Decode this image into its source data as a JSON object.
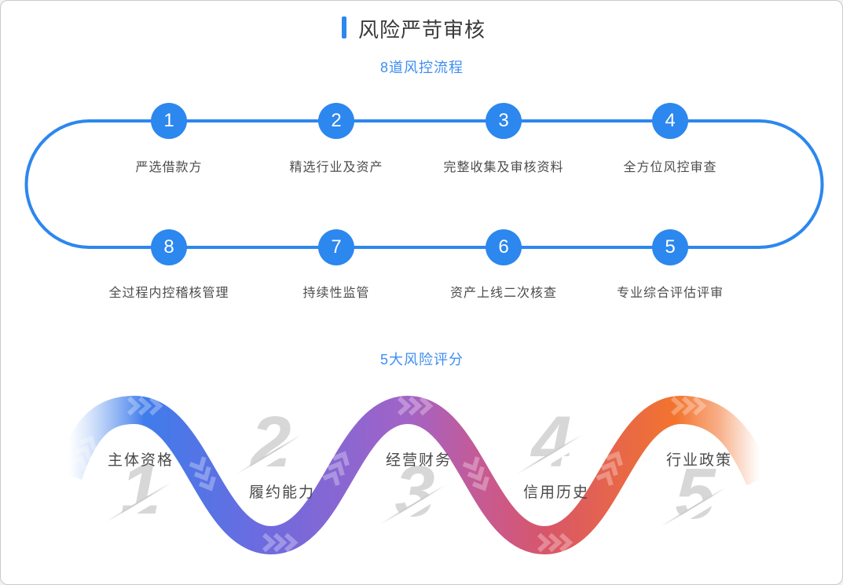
{
  "frame": {
    "background": "#ffffff",
    "border_color": "#c9c9c9"
  },
  "header": {
    "title": "风险严苛审核",
    "accent_color": "#2c87ee",
    "title_color": "#3a3a3a"
  },
  "flow": {
    "subtitle": "8道风控流程",
    "subtitle_color": "#3e8ef2",
    "line_color": "#2c87ee",
    "steps_top": [
      {
        "num": "1",
        "label": "严选借款方"
      },
      {
        "num": "2",
        "label": "精选行业及资产"
      },
      {
        "num": "3",
        "label": "完整收集及审核资料"
      },
      {
        "num": "4",
        "label": "全方位风控审查"
      }
    ],
    "steps_bottom": [
      {
        "num": "8",
        "label": "全过程内控稽核管理"
      },
      {
        "num": "7",
        "label": "持续性监管"
      },
      {
        "num": "6",
        "label": "资产上线二次核查"
      },
      {
        "num": "5",
        "label": "专业综合评估评审"
      }
    ]
  },
  "scores": {
    "subtitle": "5大风险评分",
    "subtitle_color": "#3e8ef2",
    "number_color": "#d7d7d7",
    "wave_gradient": [
      "#bed4f8",
      "#3f7ceb",
      "#6f6ade",
      "#a263c6",
      "#d8566a",
      "#f3742e"
    ],
    "items": [
      {
        "num": "1",
        "label": "主体资格"
      },
      {
        "num": "2",
        "label": "履约能力"
      },
      {
        "num": "3",
        "label": "经营财务"
      },
      {
        "num": "4",
        "label": "信用历史"
      },
      {
        "num": "5",
        "label": "行业政策"
      }
    ]
  }
}
